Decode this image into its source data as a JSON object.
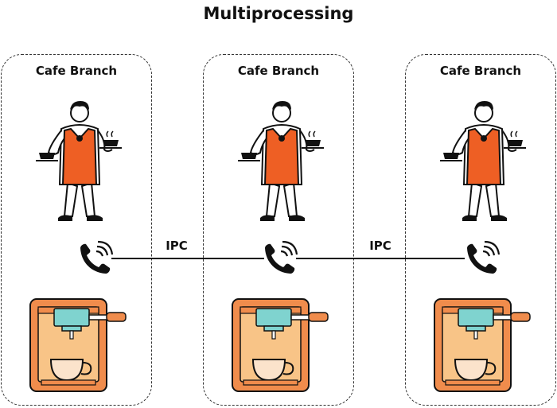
{
  "title": "Multiprocessing",
  "branches": [
    {
      "label": "Cafe Branch"
    },
    {
      "label": "Cafe Branch"
    },
    {
      "label": "Cafe Branch"
    }
  ],
  "links": [
    {
      "label": "IPC"
    },
    {
      "label": "IPC"
    }
  ],
  "icons": {
    "barista": "barista-icon",
    "phone": "phone-icon",
    "machine": "espresso-machine-icon"
  },
  "colors": {
    "apron": "#EE5F24",
    "machine_body": "#F08C4C",
    "machine_panel": "#F8C487",
    "group_head": "#7FD3CF",
    "cup": "#FBE3CB"
  }
}
